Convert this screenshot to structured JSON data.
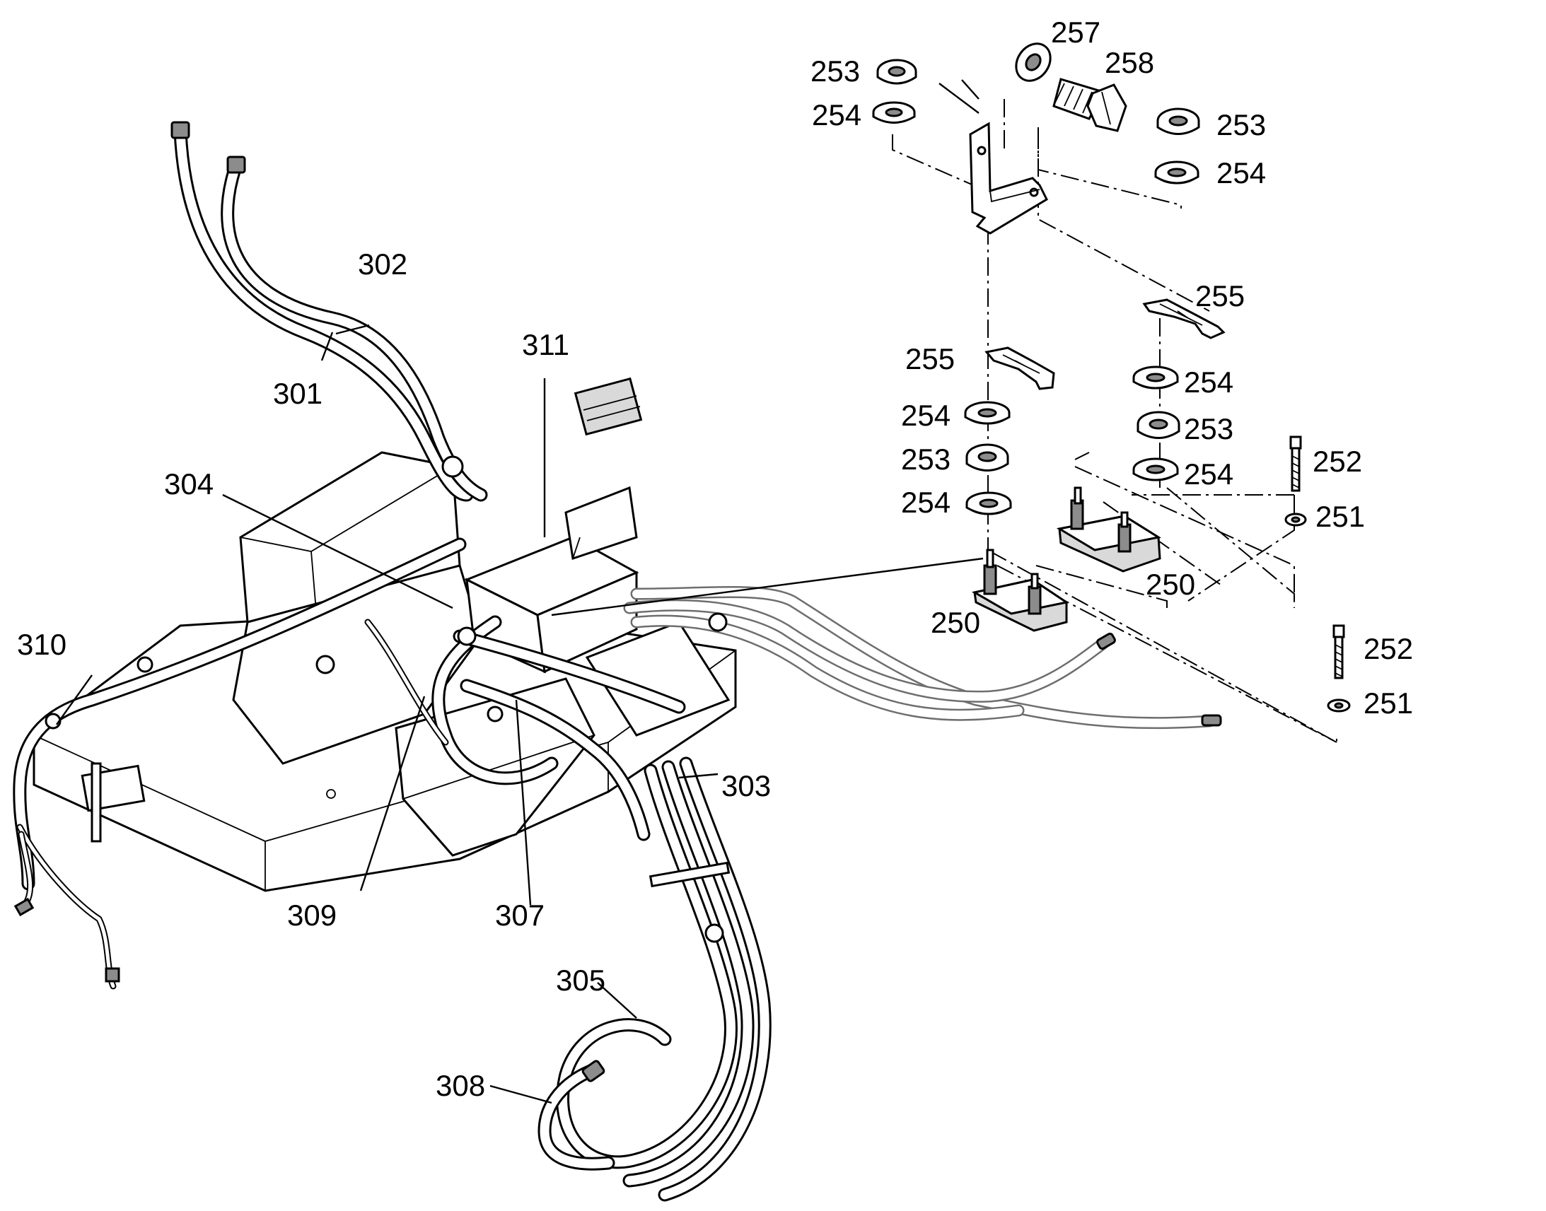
{
  "callouts": {
    "c250a": "250",
    "c250b": "250",
    "c251a": "251",
    "c251b": "251",
    "c252a": "252",
    "c252b": "252",
    "c253a": "253",
    "c253b": "253",
    "c253c": "253",
    "c253d": "253",
    "c254a": "254",
    "c254b": "254",
    "c254c": "254",
    "c254d": "254",
    "c254e": "254",
    "c254f": "254",
    "c255a": "255",
    "c255b": "255",
    "c257": "257",
    "c258": "258",
    "c301": "301",
    "c302": "302",
    "c303": "303",
    "c304": "304",
    "c305": "305",
    "c307": "307",
    "c308": "308",
    "c309": "309",
    "c310": "310",
    "c311": "311"
  }
}
